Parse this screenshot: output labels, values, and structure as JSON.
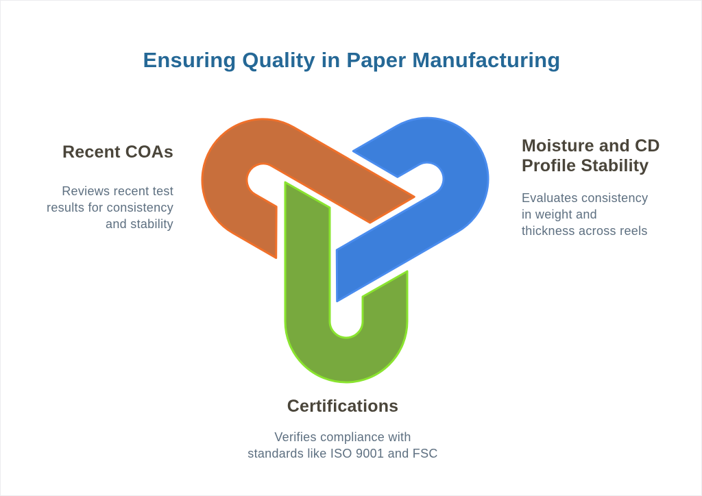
{
  "page": {
    "title": "Ensuring Quality in Paper Manufacturing"
  },
  "sections": {
    "left": {
      "heading": "Recent COAs",
      "body": "Reviews recent test\nresults for consistency\nand stability"
    },
    "right": {
      "heading": "Moisture and CD\nProfile Stability",
      "body": "Evaluates consistency\nin weight and\nthickness across reels"
    },
    "bottom": {
      "heading": "Certifications",
      "body": "Verifies compliance with\nstandards like ISO 9001 and FSC"
    }
  },
  "colors": {
    "halo": "#ffffff",
    "title_text": "#256896",
    "heading_text": "#4A453A",
    "body_text": "#5D6F80",
    "orange": {
      "fill": "#C86F3C",
      "stroke": "#F0702A"
    },
    "blue": {
      "fill": "#3C7FDB",
      "stroke": "#4A8CEE"
    },
    "green": {
      "fill": "#78A93E",
      "stroke": "#8AE42F"
    }
  },
  "diagram": {
    "type": "interlocking-trefoil",
    "segments": [
      {
        "id": "orange",
        "position": "top-left",
        "linked_label": "Recent COAs"
      },
      {
        "id": "blue",
        "position": "top-right",
        "linked_label": "Moisture and CD Profile Stability"
      },
      {
        "id": "green",
        "position": "bottom",
        "linked_label": "Certifications"
      }
    ]
  }
}
